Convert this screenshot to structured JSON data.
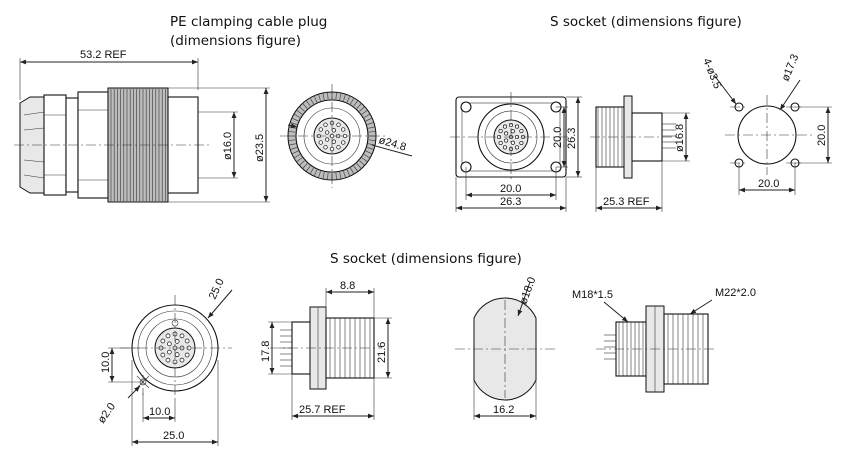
{
  "titles": {
    "plug": [
      "PE clamping cable plug",
      "(dimensions figure)"
    ],
    "s_socket_top": "S socket (dimensions figure)",
    "s_socket_bottom": "S socket (dimensions figure)"
  },
  "dims": {
    "plug_len": "53.2  REF",
    "plug_d16": "ø16.0",
    "plug_d235": "ø23.5",
    "plug_d248": "ø24.8",
    "sq_20v": "20.0",
    "sq_263v": "26.3",
    "sq_20h": "20.0",
    "sq_263h": "26.3",
    "side_d168": "ø16.8",
    "side_253": "25.3  REF",
    "holes": "4-ø3.5",
    "hole_d173": "ø17.3",
    "hole_20v": "20.0",
    "hole_20h": "20.0",
    "f_25": "25.0",
    "f_10v": "10.0",
    "f_d2": "ø2.0",
    "f_10h": "10.0",
    "f_25h": "25.0",
    "s_88": "8.8",
    "s_178": "17.8",
    "s_216": "21.6",
    "s_257": "25.7  REF",
    "c_d18": "ø18.0",
    "c_162": "16.2",
    "m18": "M18*1.5",
    "m22": "M22*2.0"
  }
}
